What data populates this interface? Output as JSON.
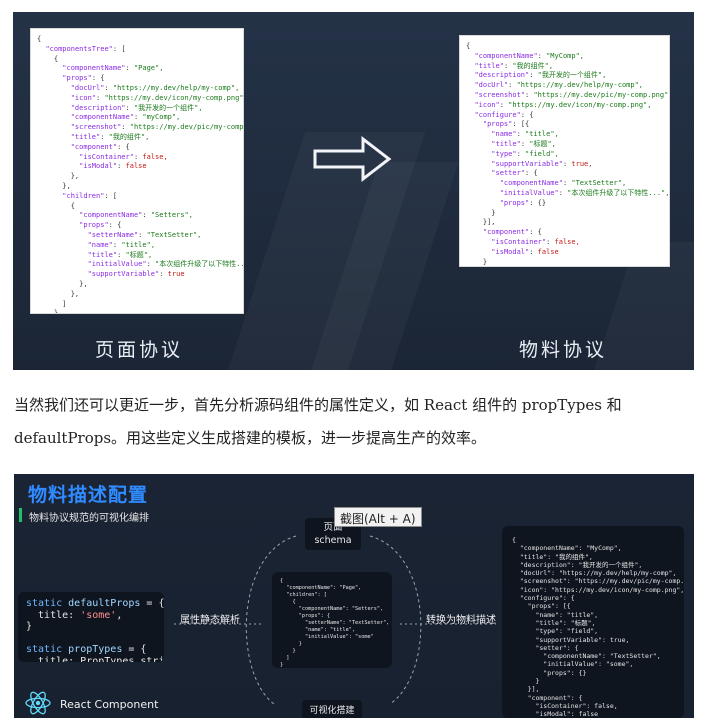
{
  "figure1": {
    "left_code": [
      "{",
      "  \"componentsTree\": [",
      "    {",
      "      \"componentName\": \"Page\",",
      "      \"props\": {",
      "        \"docUrl\": \"https://my.dev/help/my-comp\",",
      "        \"icon\": \"https://my.dev/icon/my-comp.png\",",
      "        \"description\": \"我开发的一个组件\",",
      "        \"componentName\": \"myComp\",",
      "        \"screenshot\": \"https://my.dev/pic/my-comp.png\",",
      "        \"title\": \"我的组件\",",
      "        \"component\": {",
      "          \"isContainer\": false,",
      "          \"isModal\": false",
      "        },",
      "      },",
      "      \"children\": [",
      "        {",
      "          \"componentName\": \"Setters\",",
      "          \"props\": {",
      "            \"setterName\": \"TextSetter\",",
      "            \"name\": \"title\",",
      "            \"title\": \"标题\",",
      "            \"initialValue\": \"本次组件升级了以下特性...\",",
      "            \"supportVariable\": true",
      "          },",
      "        },",
      "      ]",
      "    }",
      "  ]",
      "}"
    ],
    "right_code": [
      "{",
      "  \"componentName\": \"MyComp\",",
      "  \"title\": \"我的组件\",",
      "  \"description\": \"我开发的一个组件\",",
      "  \"docUrl\": \"https://my.dev/help/my-comp\",",
      "  \"screenshot\": \"https://my.dev/pic/my-comp.png\",",
      "  \"icon\": \"https://my.dev/icon/my-comp.png\",",
      "  \"configure\": {",
      "    \"props\": [{",
      "      \"name\": \"title\",",
      "      \"title\": \"标题\",",
      "      \"type\": \"field\",",
      "      \"supportVariable\": true,",
      "      \"setter\": {",
      "        \"componentName\": \"TextSetter\",",
      "        \"initialValue\": \"本次组件升级了以下特性...\",",
      "        \"props\": {}",
      "      }",
      "    }],",
      "    \"component\": {",
      "      \"isContainer\": false,",
      "      \"isModal\": false",
      "    }",
      "  }",
      "}"
    ],
    "label_left": "页面协议",
    "label_right": "物料协议"
  },
  "paragraph": {
    "line1": "当然我们还可以更近一步，首先分析源码组件的属性定义，如 React 组件的 propTypes 和",
    "line2": "defaultProps。用这些定义生成搭建的模板，进一步提高生产的效率。"
  },
  "figure2": {
    "title": "物料描述配置",
    "subtitle": "物料协议规范的可视化编排",
    "schema_line1": "页面",
    "schema_line2": "schema",
    "bottom_box": "可视化搭建",
    "label_parse": "属性静态解析",
    "label_convert": "转换为物料描述",
    "react_label": "React Component",
    "react_code": [
      "static defaultProps = {",
      "  title: 'some',",
      "}",
      "",
      "static propTypes = {",
      "  title: PropTypes.string,",
      "}"
    ],
    "mid_code": [
      "{",
      "  \"componentName\": \"Page\",",
      "  \"children\": [",
      "    {",
      "      \"componentName\": \"Setters\",",
      "      \"props\": {",
      "        \"setterName\": \"TextSetter\",",
      "        \"name\": \"title\",",
      "        \"initialValue\": \"some\"",
      "      }",
      "    }",
      "  ]",
      "}"
    ],
    "right_code": [
      "{",
      "  \"componentName\": \"MyComp\",",
      "  \"title\": \"我的组件\",",
      "  \"description\": \"我开发的一个组件\",",
      "  \"docUrl\": \"https://my.dev/help/my-comp\",",
      "  \"screenshot\": \"https://my.dev/pic/my-comp.png\",",
      "  \"icon\": \"https://my.dev/icon/my-comp.png\",",
      "  \"configure\": {",
      "    \"props\": [{",
      "      \"name\": \"title\",",
      "      \"title\": \"标题\",",
      "      \"type\": \"field\",",
      "      \"supportVariable\": true,",
      "      \"setter\": {",
      "        \"componentName\": \"TextSetter\",",
      "        \"initialValue\": \"some\",",
      "        \"props\": {}",
      "      }",
      "    }],",
      "    \"component\": {",
      "      \"isContainer\": false,",
      "      \"isModal\": false",
      "    }",
      "  }",
      "}"
    ]
  },
  "tooltip": {
    "text": "截图(Alt + A)"
  },
  "colors": {
    "fig_bg": "#243247",
    "fig2_title": "#2f8bff",
    "fig2_accent_bar": "#21c16b",
    "react_logo": "#61dafb",
    "dark_card": "#0f151f"
  }
}
